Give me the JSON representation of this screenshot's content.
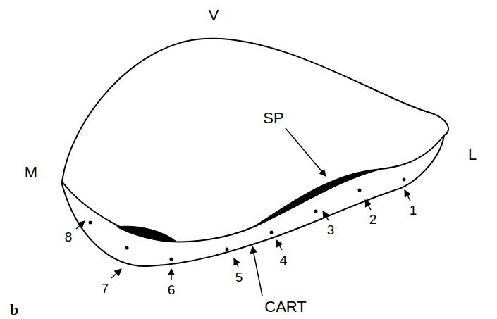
{
  "diagram": {
    "labels": [
      "V",
      "M",
      "SP",
      "L",
      "1",
      "2",
      "3",
      "4",
      "CART",
      "5",
      "6",
      "7",
      "8",
      "b"
    ]
  }
}
